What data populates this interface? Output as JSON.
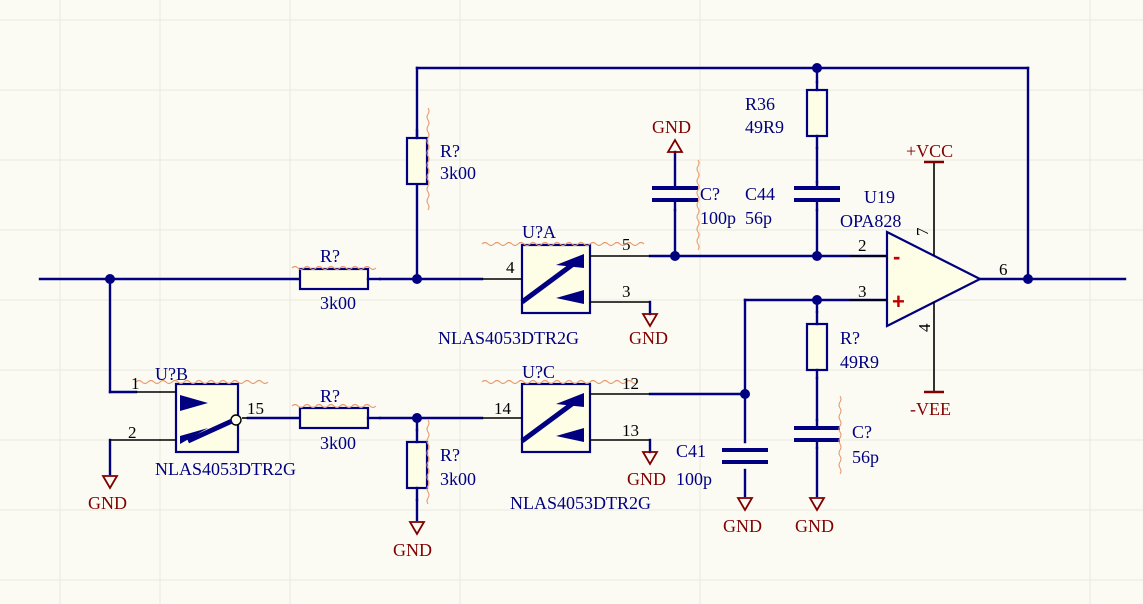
{
  "components": {
    "r_top": {
      "designator": "R?",
      "value": "3k00"
    },
    "r_in": {
      "designator": "R?",
      "value": "3k00"
    },
    "r_mid": {
      "designator": "R?",
      "value": "3k00"
    },
    "r_bot": {
      "designator": "R?",
      "value": "3k00"
    },
    "r36": {
      "designator": "R36",
      "value": "49R9"
    },
    "r_plus": {
      "designator": "R?",
      "value": "49R9"
    },
    "c_100p": {
      "designator": "C?",
      "value": "100p"
    },
    "c44": {
      "designator": "C44",
      "value": "56p"
    },
    "c41": {
      "designator": "C41",
      "value": "100p"
    },
    "c_plus": {
      "designator": "C?",
      "value": "56p"
    },
    "u19": {
      "designator": "U19",
      "value": "OPA828"
    },
    "ua": {
      "designator": "U?A",
      "part": "NLAS4053DTR2G"
    },
    "ub": {
      "designator": "U?B",
      "part": "NLAS4053DTR2G"
    },
    "uc": {
      "designator": "U?C",
      "part": "NLAS4053DTR2G"
    }
  },
  "pins": {
    "ua_in": "4",
    "ua_out1": "5",
    "ua_out2": "3",
    "ub_a": "1",
    "ub_b": "2",
    "ub_com": "15",
    "uc_in": "14",
    "uc_out1": "12",
    "uc_out2": "13",
    "op_minus": "2",
    "op_plus": "3",
    "op_out": "6",
    "op_vcc": "7",
    "op_vee": "4"
  },
  "power": {
    "gnd": "GND",
    "vcc": "+VCC",
    "vee": "-VEE"
  },
  "opamp_signs": {
    "minus": "-",
    "plus": "+"
  },
  "colors": {
    "wire": "#000080",
    "power": "#800000",
    "component_fill": "#fefee6",
    "background": "#fbfbf3"
  }
}
